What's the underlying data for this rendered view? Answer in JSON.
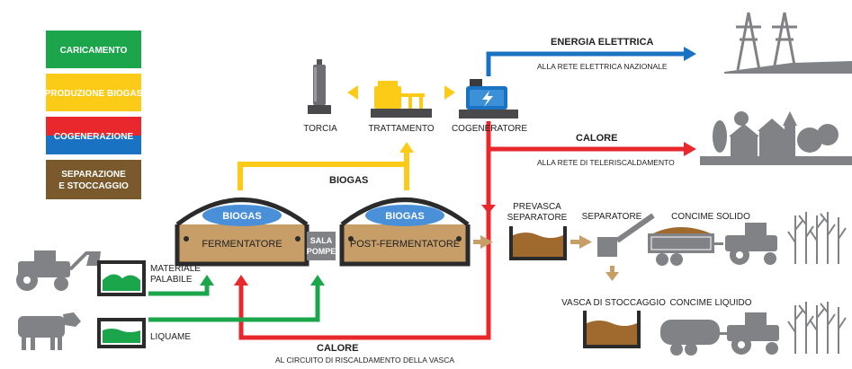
{
  "legend": [
    {
      "label": "CARICAMENTO",
      "color": "#1ca64c"
    },
    {
      "label": "PRODUZIONE BIOGAS",
      "color": "#fccb18"
    },
    {
      "label": "COGENERAZIONE",
      "color": "#e8282c",
      "color2": "#1a72c2"
    },
    {
      "label": "SEPARAZIONE",
      "label2": "E STOCCAGGIO",
      "color": "#7a5a2c"
    }
  ],
  "colors": {
    "green": "#1ca64c",
    "yellow": "#fccb18",
    "red": "#e8282c",
    "blue": "#1a72c2",
    "brown": "#7a5a2c",
    "tan": "#c79d68",
    "gray": "#6d6e71",
    "slurry": "#a0692e"
  },
  "energy": {
    "title": "ENERGIA ELETTRICA",
    "subtitle": "ALLA RETE ELETTRICA NAZIONALE"
  },
  "heat_top": {
    "title": "CALORE",
    "subtitle": "ALLA RETE DI TELERISCALDAMENTO"
  },
  "heat_bottom": {
    "title": "CALORE",
    "subtitle": "AL CIRCUITO DI RISCALDAMENTO DELLA VASCA"
  },
  "biogas_line_label": "BIOGAS",
  "units": {
    "torcia": "TORCIA",
    "trattamento": "TRATTAMENTO",
    "cogeneratore": "COGENERATORE"
  },
  "digesters": {
    "dome_label": "BIOGAS",
    "fermentatore": "FERMENTATORE",
    "post_fermentatore": "POST-FERMENTATORE",
    "sala_pompe_line1": "SALA",
    "sala_pompe_line2": "POMPE"
  },
  "inputs": {
    "materiale_line1": "MATERIALE",
    "materiale_line2": "PALABILE",
    "liquame": "LIQUAME"
  },
  "outputs": {
    "prevasca_line1": "PREVASCA",
    "prevasca_line2": "SEPARATORE",
    "separatore": "SEPARATORE",
    "concime_solido": "CONCIME SOLIDO",
    "vasca_stoccaggio": "VASCA DI STOCCAGGIO",
    "concime_liquido": "CONCIME LIQUIDO"
  },
  "icons": [
    "tractor-icon",
    "cow-icon",
    "pylon-icon",
    "village-icon",
    "corn-field-icon",
    "flare-icon",
    "gas-treatment-icon",
    "generator-icon",
    "tank-icon",
    "screw-separator-icon",
    "trailer-icon",
    "tanker-icon"
  ]
}
